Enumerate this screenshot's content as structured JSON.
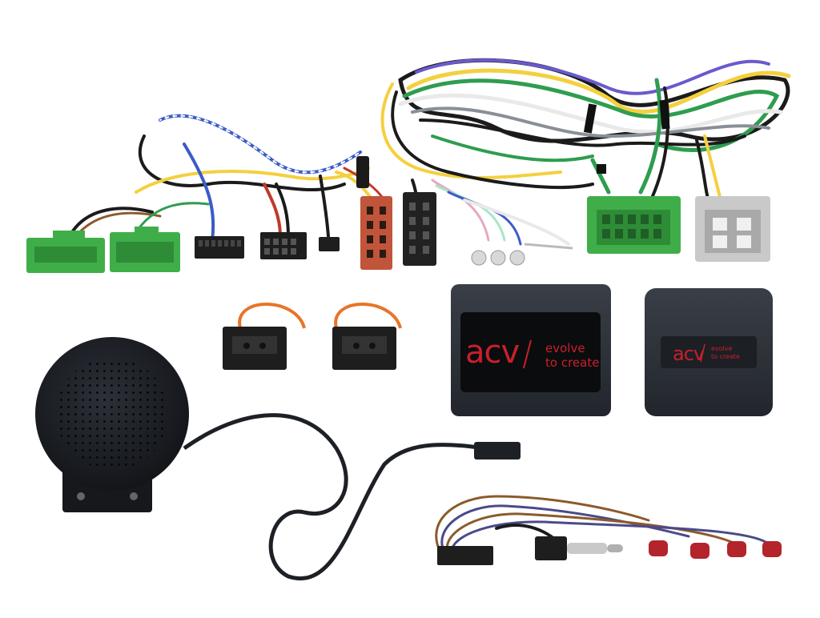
{
  "product_photo": {
    "kind": "car radio steering wheel interface kit",
    "colors": {
      "background": "#ffffff",
      "module_body": "#2b2f36",
      "module_window": "#0b0c0e",
      "brand_red": "#c8202a",
      "connector_green": "#3fae49",
      "connector_grey": "#c9c9c9",
      "iso_red": "#c0553a",
      "rca_red": "#b3242b",
      "speaker_black": "#1d2025"
    }
  },
  "module_large": {
    "logo": "acv",
    "tagline_line1": "evolve",
    "tagline_line2": "to create"
  },
  "module_small": {
    "logo": "acv",
    "tagline_line1": "evolve",
    "tagline_line2": "to create"
  }
}
